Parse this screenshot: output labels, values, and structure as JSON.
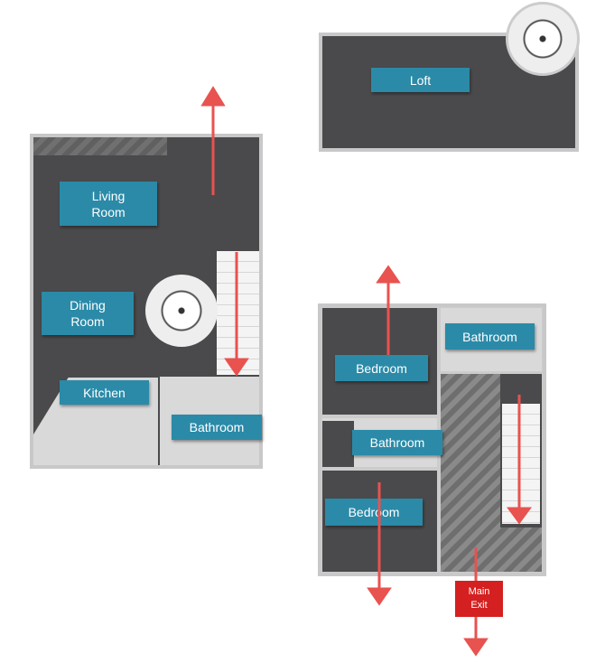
{
  "ground_floor": {
    "rooms": {
      "living": "Living\nRoom",
      "dining": "Dining\nRoom",
      "kitchen": "Kitchen",
      "bathroom": "Bathroom"
    }
  },
  "loft": {
    "label": "Loft"
  },
  "entry_floor": {
    "rooms": {
      "bathroom_top": "Bathroom",
      "bedroom_top": "Bedroom",
      "bathroom_mid": "Bathroom",
      "bedroom_bottom": "Bedroom"
    },
    "exit": "Main\nExit"
  },
  "colors": {
    "label": "#2b8aa8",
    "arrow": "#e8524f",
    "exit": "#d42020"
  }
}
